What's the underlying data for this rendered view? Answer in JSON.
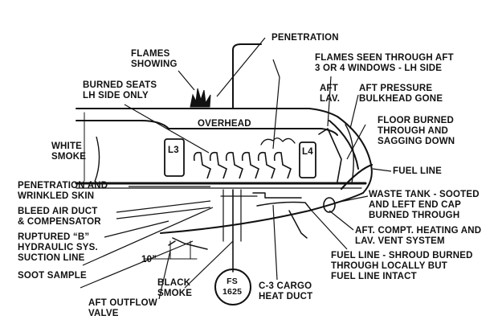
{
  "labels": {
    "penetration": "PENETRATION",
    "flames_showing": "FLAMES\nSHOWING",
    "flames_seen": "FLAMES SEEN THROUGH AFT\n3 OR 4 WINDOWS - LH SIDE",
    "burned_seats": "BURNED SEATS\nLH SIDE ONLY",
    "aft_lav": "AFT\nLAV.",
    "aft_pressure": "AFT PRESSURE\nBULKHEAD GONE",
    "overhead": "OVERHEAD",
    "floor_burned": "FLOOR BURNED\nTHROUGH AND\nSAGGING DOWN",
    "white_smoke": "WHITE\nSMOKE",
    "l3": "L3",
    "l4": "L4",
    "fuel_line_upper": "FUEL LINE",
    "penetration_wrinkled": "PENETRATION AND\nWRINKLED SKIN",
    "waste_tank": "WASTE TANK - SOOTED\nAND LEFT END CAP\nBURNED THROUGH",
    "bleed_air": "BLEED AIR DUCT\n& COMPENSATOR",
    "aft_compt": "AFT. COMPT. HEATING AND\nLAV. VENT SYSTEM",
    "ruptured_b": "RUPTURED “B”\nHYDRAULIC SYS.\nSUCTION LINE",
    "fuel_line_shroud": "FUEL LINE - SHROUD BURNED\nTHROUGH LOCALLY BUT\nFUEL LINE INTACT",
    "dimension": "10”",
    "soot_sample": "SOOT SAMPLE",
    "black_smoke": "BLACK\nSMOKE",
    "fs": "FS\n1625",
    "c3_cargo": "C-3 CARGO\nHEAT DUCT",
    "aft_outflow": "AFT OUTFLOW\nVALVE"
  }
}
